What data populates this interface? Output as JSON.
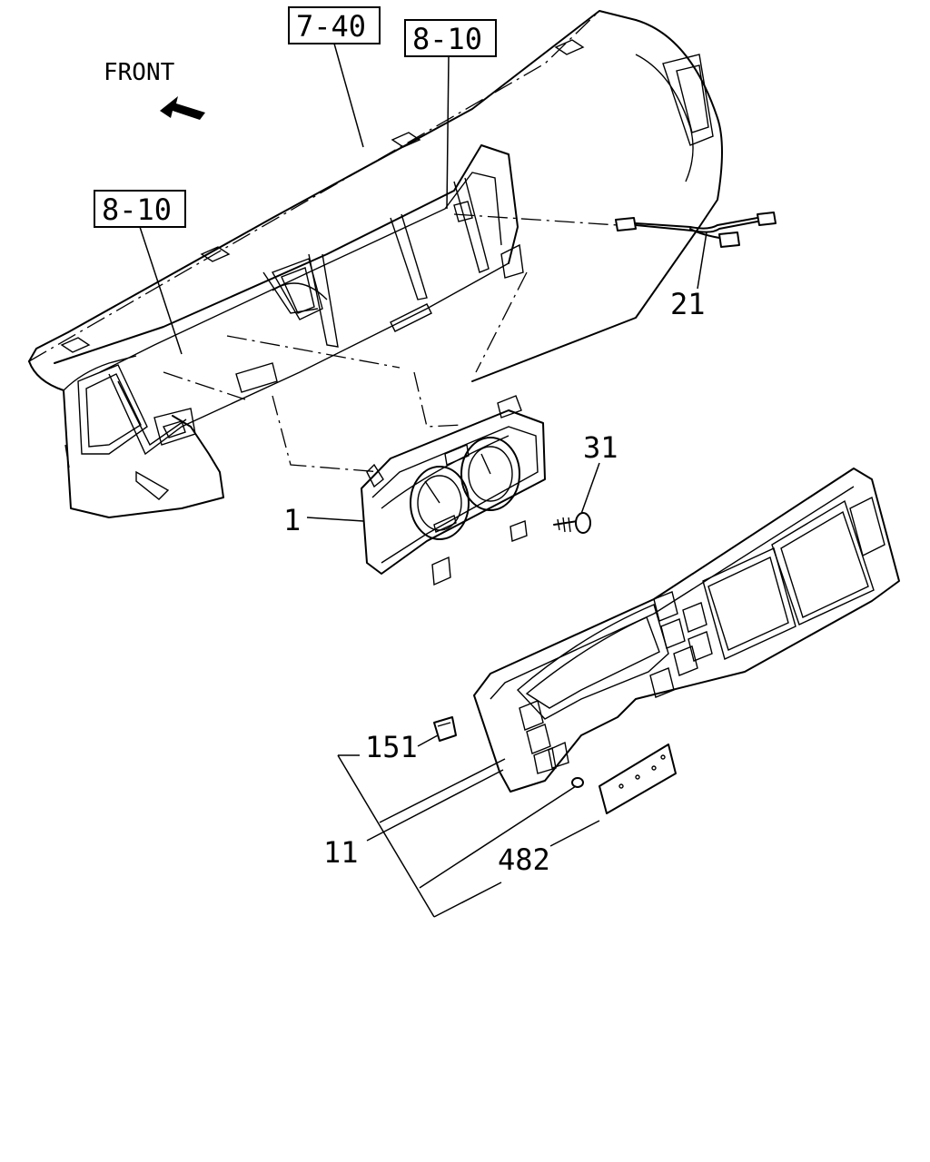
{
  "orientation": {
    "label": "FRONT",
    "icon": "front-arrow-icon"
  },
  "references": [
    {
      "id": "ref-7-40",
      "text": "7-40"
    },
    {
      "id": "ref-8-10-top",
      "text": "8-10"
    },
    {
      "id": "ref-8-10-left",
      "text": "8-10"
    }
  ],
  "callouts": [
    {
      "id": "part-1",
      "text": "1"
    },
    {
      "id": "part-11",
      "text": "11"
    },
    {
      "id": "part-21",
      "text": "21"
    },
    {
      "id": "part-31",
      "text": "31"
    },
    {
      "id": "part-151",
      "text": "151"
    },
    {
      "id": "part-482",
      "text": "482"
    }
  ],
  "colors": {
    "ink": "#000000",
    "paper": "#ffffff"
  }
}
